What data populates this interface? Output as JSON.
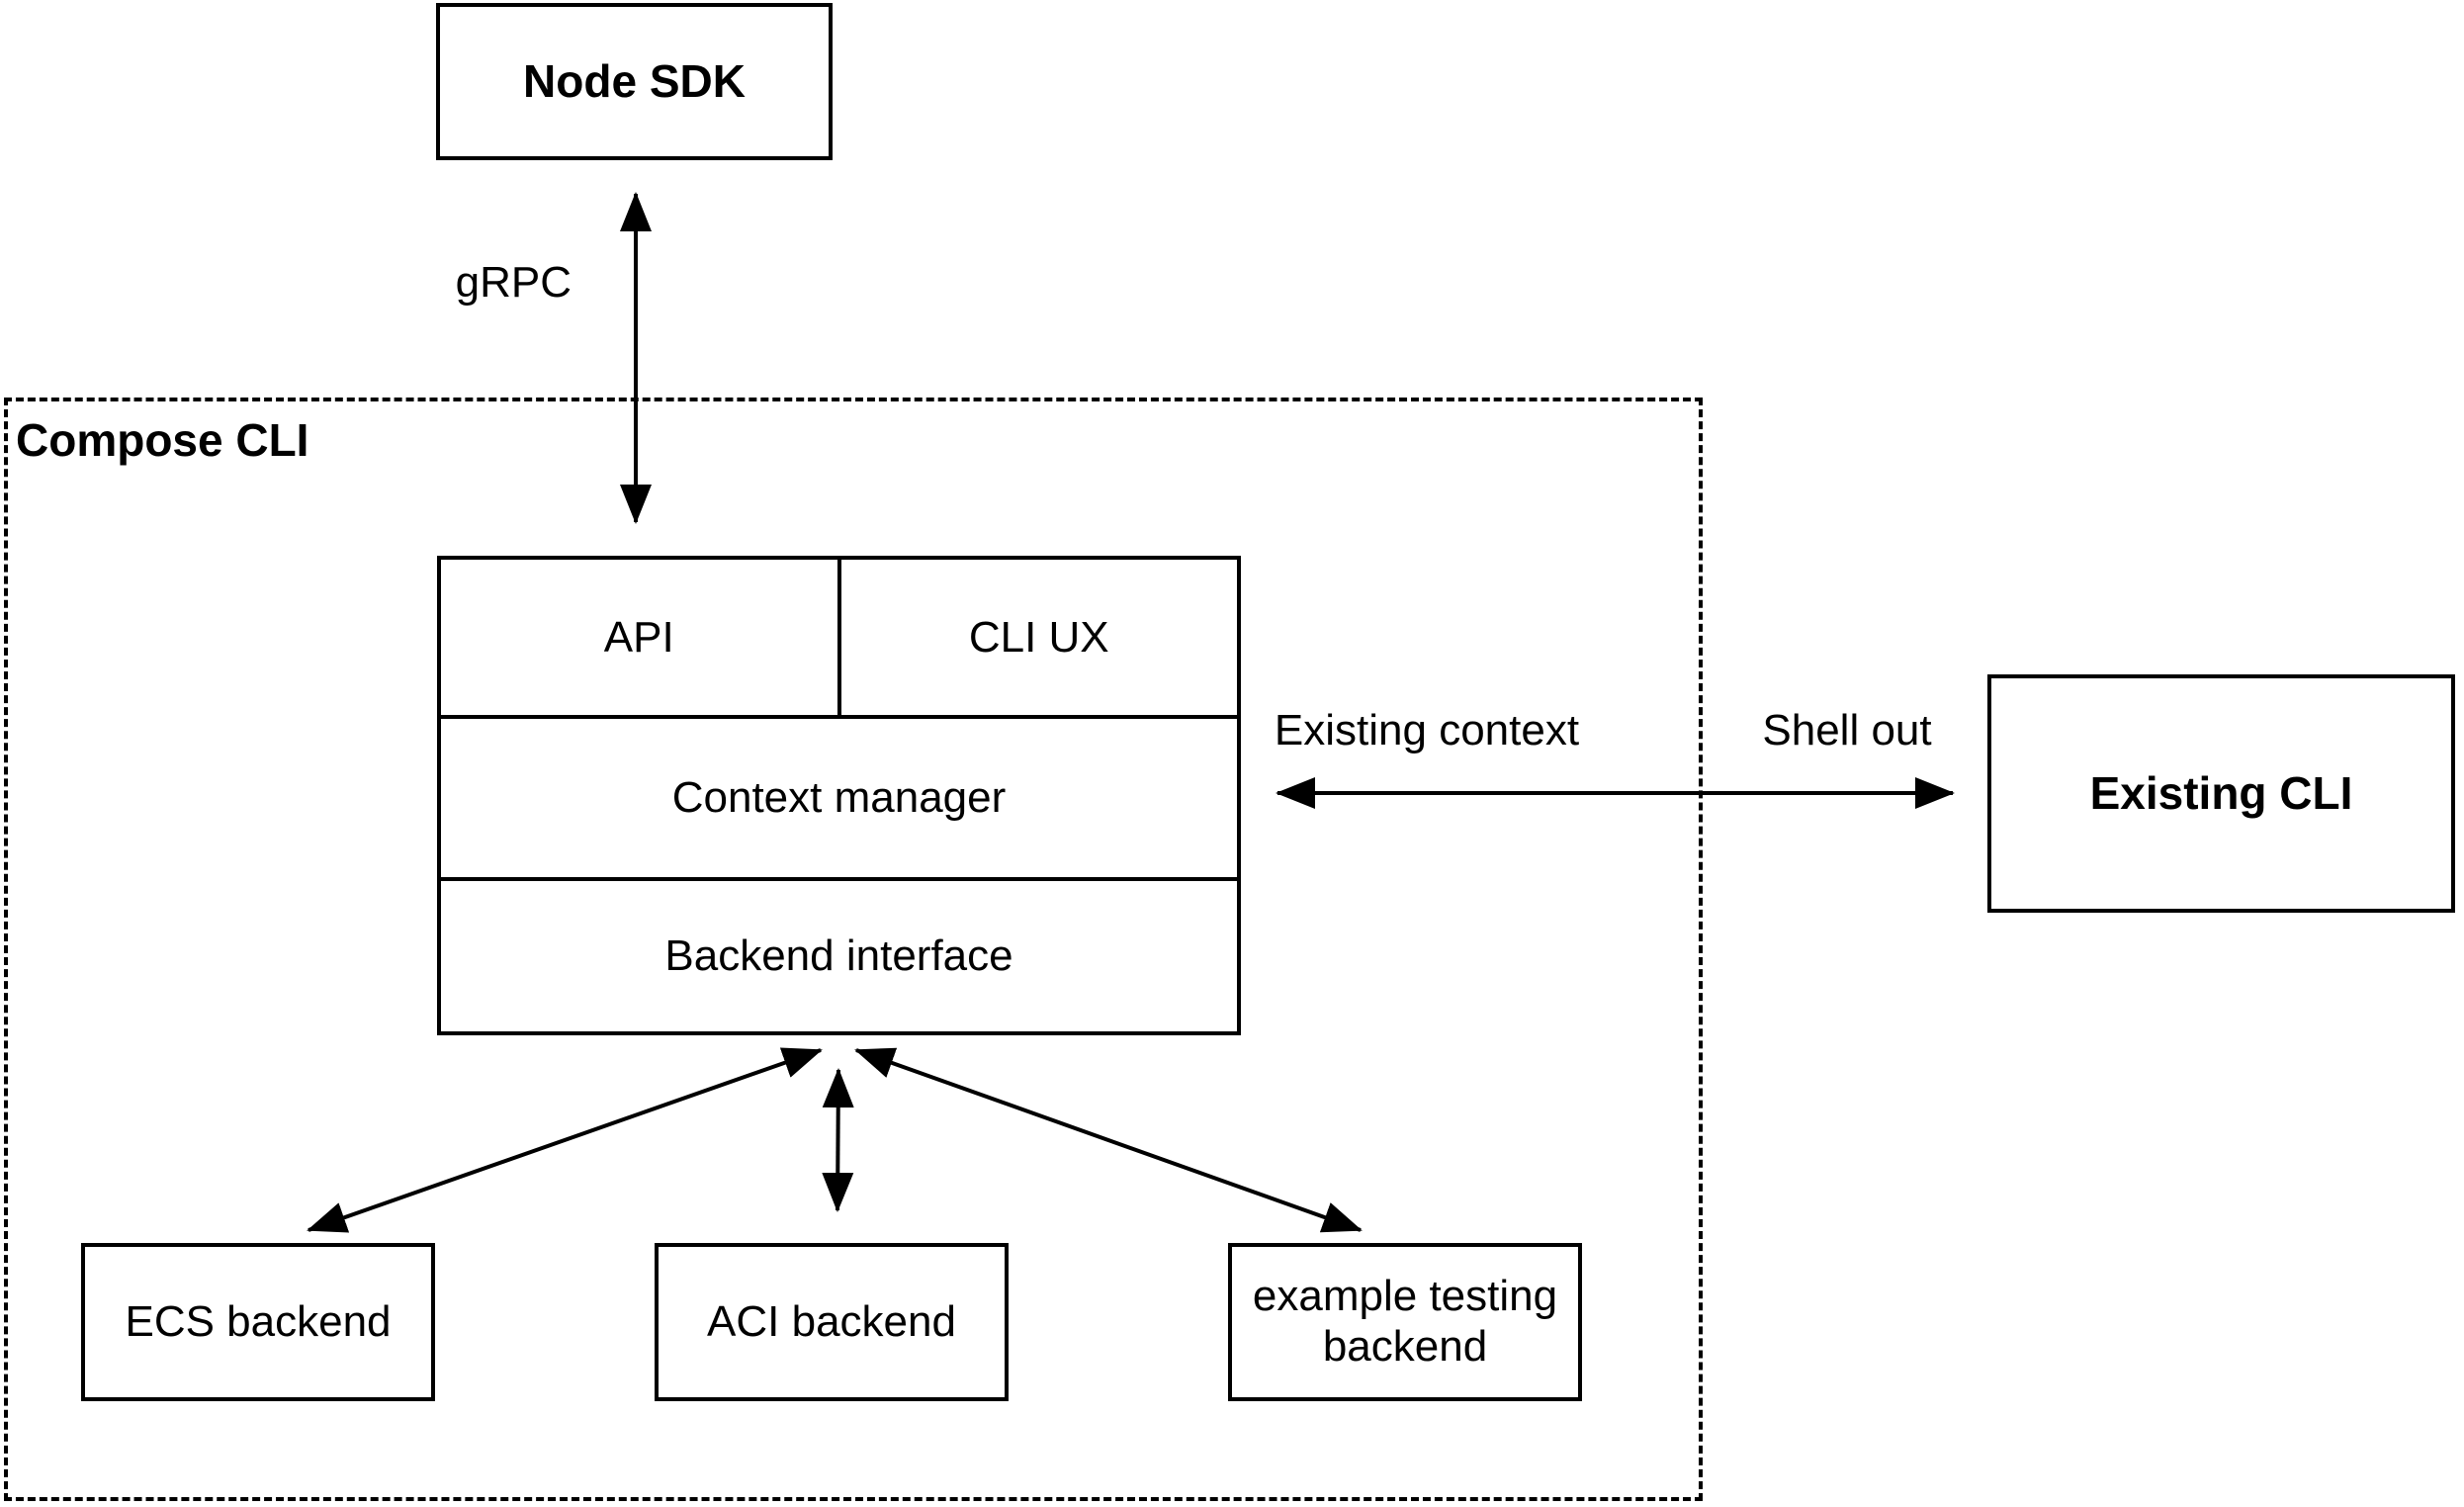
{
  "diagram": {
    "group": {
      "label": "Compose CLI"
    },
    "nodes": {
      "node_sdk": {
        "label": "Node SDK"
      },
      "api": {
        "label": "API"
      },
      "cli_ux": {
        "label": "CLI UX"
      },
      "context_manager": {
        "label": "Context manager"
      },
      "backend_interface": {
        "label": "Backend interface"
      },
      "ecs_backend": {
        "label": "ECS backend"
      },
      "aci_backend": {
        "label": "ACI backend"
      },
      "example_backend": {
        "label": "example testing backend"
      },
      "existing_cli": {
        "label": "Existing CLI"
      }
    },
    "edges": {
      "grpc": {
        "label": "gRPC"
      },
      "existing_context": {
        "label": "Existing context"
      },
      "shell_out": {
        "label": "Shell out"
      }
    },
    "colors": {
      "stroke": "#000000",
      "background": "#ffffff",
      "text": "#000000"
    }
  }
}
